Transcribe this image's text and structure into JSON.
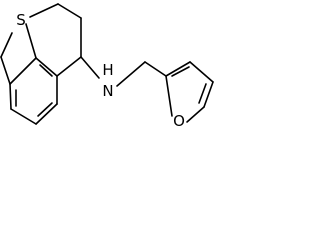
{
  "molecule": {
    "atoms": {
      "sulfur": "S",
      "nitrogen": "N",
      "hydrogen": "H",
      "oxygen": "O"
    },
    "colors": {
      "bond": "#000000",
      "label": "#000000",
      "background": "#ffffff"
    }
  }
}
